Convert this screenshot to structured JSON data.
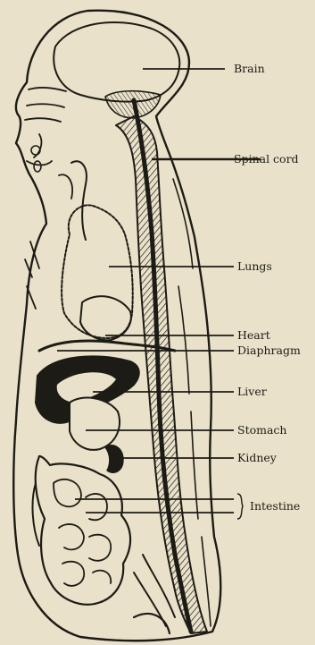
{
  "labels": {
    "brain": "Brain",
    "spinal_cord": "Spinal cord",
    "lungs": "Lungs",
    "heart": "Heart",
    "diaphragm": "Diaphragm",
    "liver": "Liver",
    "stomach": "Stomach",
    "kidney": "Kidney",
    "intestine": "Intestine"
  },
  "colors": {
    "paper": "#e9e1c9",
    "ink": "#1d1b15"
  }
}
